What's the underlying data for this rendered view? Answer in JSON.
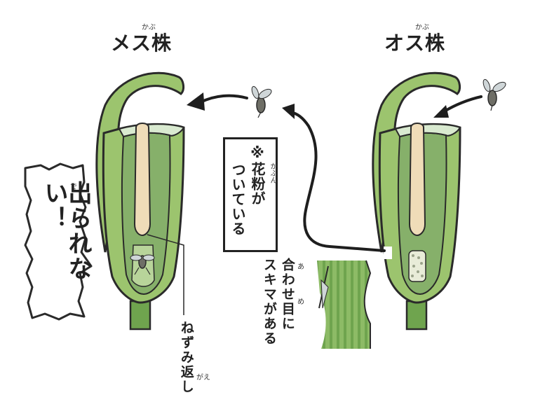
{
  "titles": {
    "female": "メス株",
    "female_ruby": "かぶ",
    "male": "オス株",
    "male_ruby": "かぶ"
  },
  "labels": {
    "gap_line1": "合わせ目に",
    "gap_line2": "スキマがある",
    "gap_ruby1": "あ",
    "gap_ruby2": "め",
    "nezumi": "ねずみ返し",
    "nezumi_ruby": "がえ"
  },
  "note": {
    "line1": "※花粉が",
    "line2": "ついている",
    "ruby": "かふん"
  },
  "shout": {
    "text": "出られない！",
    "ruby": "で"
  },
  "colors": {
    "outline": "#2a2a2a",
    "leaf_light": "#9cc46e",
    "leaf_dark": "#5f9a45",
    "inside": "#86b06a",
    "spadix": "#efdcb8",
    "insect": "#6e6e66",
    "wing": "#cfd6d8"
  }
}
